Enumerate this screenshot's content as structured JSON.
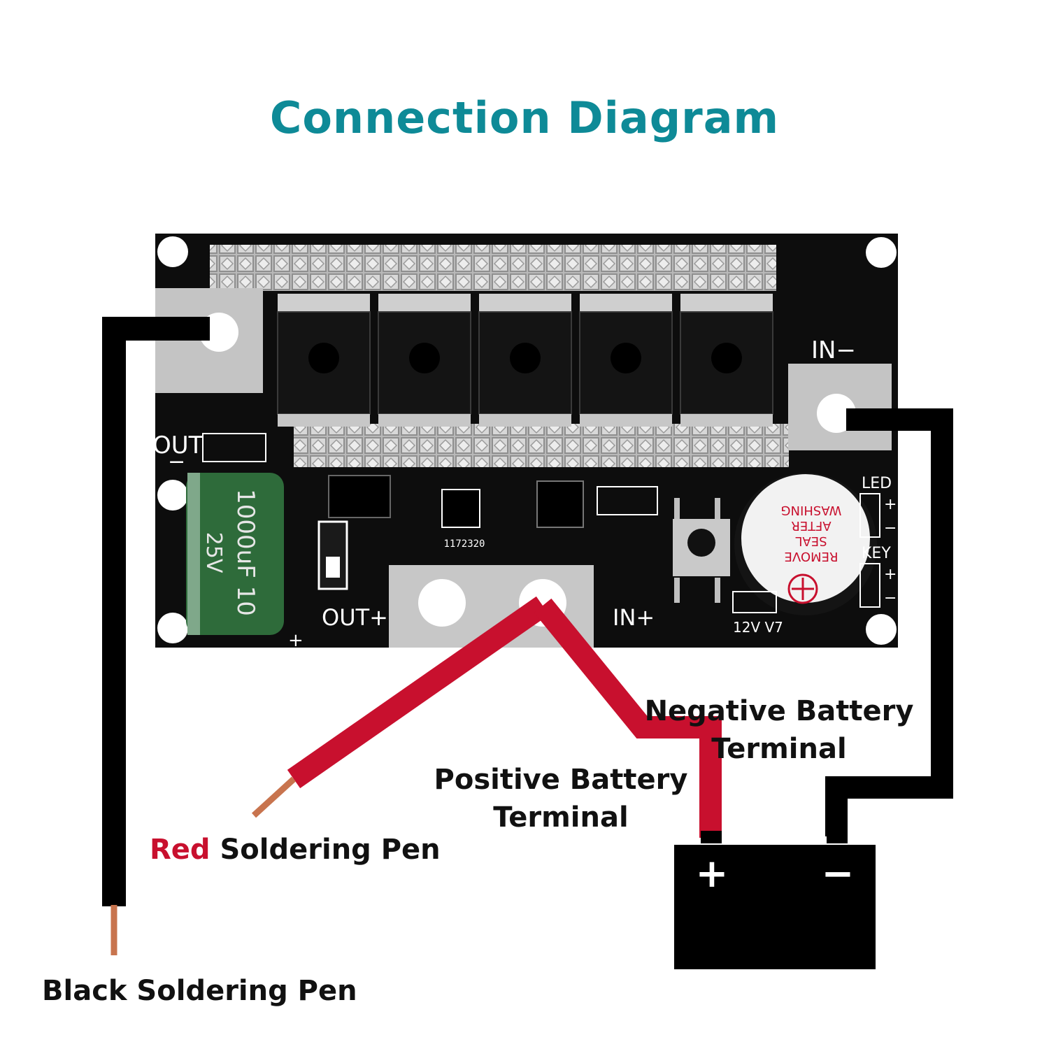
{
  "title": "Connection Diagram",
  "colors": {
    "title": "#0e8a97",
    "red_word": "#c8102e",
    "label": "#111111",
    "pcb": "#0d0d0d",
    "red_wire": "#c8102e",
    "black_wire": "#000000",
    "copper": "#c8744e",
    "capacitor": "#2e6b3a",
    "battery": "#000000"
  },
  "board": {
    "out_minus": "OUT",
    "out_minus_sign": "−",
    "out_plus": "OUT+",
    "in_plus": "IN+",
    "in_minus": "IN−",
    "capacitor_line1": "1000uF 10",
    "capacitor_line2": "25V",
    "chip_code": "1172320",
    "voltage_mark": "12V V7",
    "led_label": "LED",
    "key_label": "KEY",
    "buzzer_lines": [
      "REMOVE",
      "SEAL",
      "AFTER",
      "WASHING"
    ],
    "plus": "+",
    "minus": "−"
  },
  "labels": {
    "negative_terminal": [
      "Negative Battery",
      "Terminal"
    ],
    "positive_terminal": [
      "Positive Battery",
      "Terminal"
    ],
    "red_pen_word": "Red",
    "red_pen_rest": " Soldering Pen",
    "black_pen": "Black Soldering Pen"
  },
  "battery": {
    "plus": "+",
    "minus": "−"
  }
}
